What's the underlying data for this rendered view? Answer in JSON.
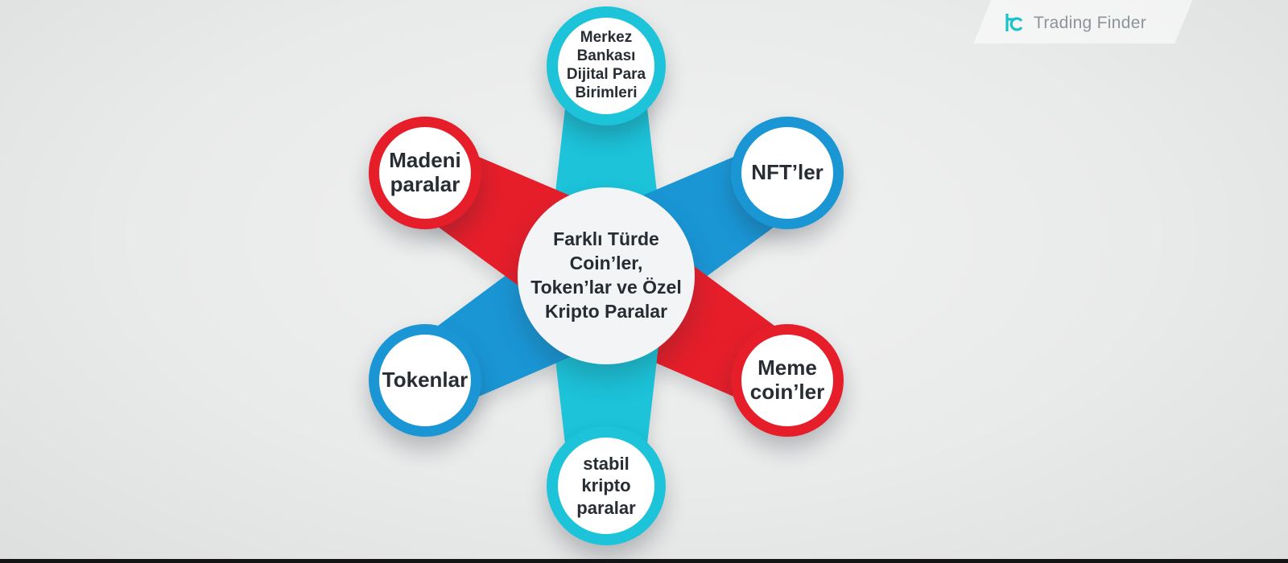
{
  "page": {
    "background": "#e9eaea",
    "bottom_bar_color": "#141414"
  },
  "brand": {
    "name": "Trading Finder",
    "text_color": "#8d9399",
    "icon_color": "#17c3cb"
  },
  "diagram": {
    "center": {
      "label": "Farklı Türde Coin’ler,\nToken’lar ve Özel\nKripto Paralar",
      "fill": "#f2f4f5",
      "text_color": "#272c33"
    },
    "nodes": [
      {
        "id": "central-bank-digital-currencies",
        "position": "top",
        "label": "Merkez\nBankası\nDijital Para\nBirimleri",
        "color": "#1cc3d9"
      },
      {
        "id": "nfts",
        "position": "top-right",
        "label": "NFT’ler",
        "color": "#1a96d5"
      },
      {
        "id": "meme-coins",
        "position": "bottom-right",
        "label": "Meme\ncoin’ler",
        "color": "#e51e2a"
      },
      {
        "id": "stablecoins",
        "position": "bottom",
        "label": "stabil\nkripto\nparalar",
        "color": "#1cc3d9"
      },
      {
        "id": "tokens",
        "position": "bottom-left",
        "label": "Tokenlar",
        "color": "#1a96d5"
      },
      {
        "id": "coins",
        "position": "top-left",
        "label": "Madeni\nparalar",
        "color": "#e51e2a"
      }
    ]
  }
}
